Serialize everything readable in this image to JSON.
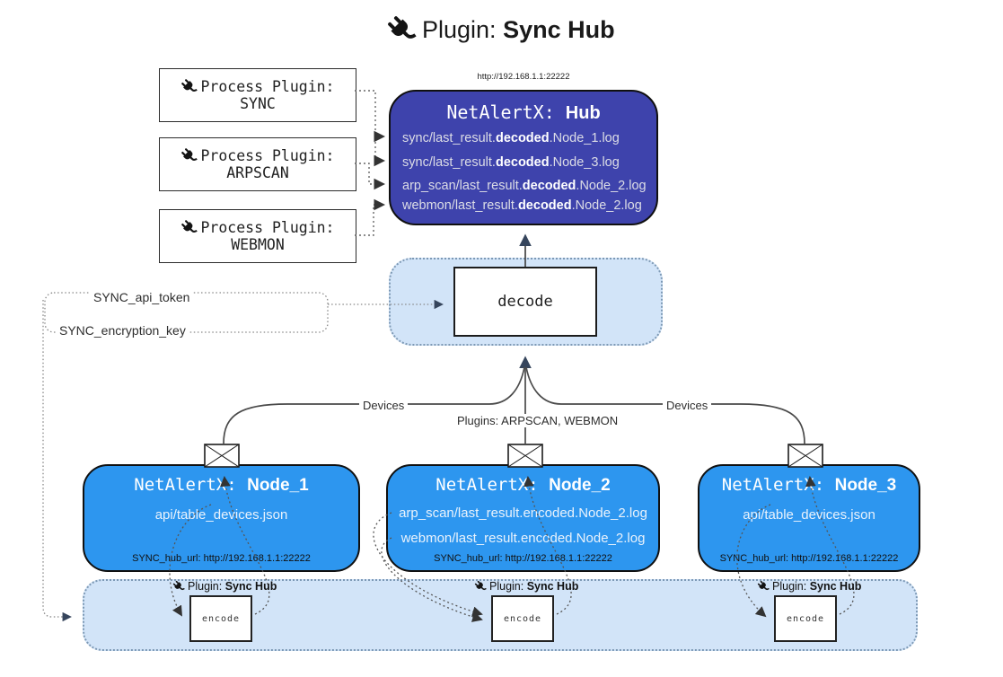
{
  "title": {
    "prefix": "Plugin: ",
    "bold": "Sync Hub"
  },
  "icons": {
    "plug": "plug-icon",
    "envelope": "envelope-icon"
  },
  "colors": {
    "hub_fill": "#3e43ac",
    "node_fill": "#2d96ef",
    "panel_fill": "#d2e4f8",
    "panel_border": "#7d99b5",
    "arrow_dark": "#333333",
    "arrow_navy": "#36455c"
  },
  "process_plugins": {
    "label": "Process Plugin:",
    "items": [
      "SYNC",
      "ARPSCAN",
      "WEBMON"
    ]
  },
  "hub": {
    "url": "http://192.168.1.1:22222",
    "title_mono": "NetAlertX: ",
    "title_bold": "Hub",
    "lines": [
      {
        "pre": "sync/last_result.",
        "bold": "decoded",
        "post": ".Node_1.log"
      },
      {
        "pre": "sync/last_result.",
        "bold": "decoded",
        "post": ".Node_3.log"
      },
      {
        "pre": "arp_scan/last_result.",
        "bold": "decoded",
        "post": ".Node_2.log"
      },
      {
        "pre": "webmon/last_result.",
        "bold": "decoded",
        "post": ".Node_2.log"
      }
    ]
  },
  "decode": {
    "label": "decode"
  },
  "config": {
    "api_token": "SYNC_api_token",
    "encryption_key": "SYNC_encryption_key"
  },
  "edges": {
    "devices_left": "Devices",
    "devices_right": "Devices",
    "plugins_mid": "Plugins: ARPSCAN, WEBMON"
  },
  "nodes": [
    {
      "title_mono": "NetAlertX: ",
      "title_bold": "Node_1",
      "body": [
        "api/table_devices.json"
      ],
      "hub_url": "SYNC_hub_url: http://192.168.1.1:22222"
    },
    {
      "title_mono": "NetAlertX: ",
      "title_bold": "Node_2",
      "body": [
        "arp_scan/last_result.encoded.Node_2.log",
        "webmon/last_result.encoded.Node_2.log"
      ],
      "hub_url": "SYNC_hub_url: http://192.168.1.1:22222"
    },
    {
      "title_mono": "NetAlertX: ",
      "title_bold": "Node_3",
      "body": [
        "api/table_devices.json"
      ],
      "hub_url": "SYNC_hub_url: http://192.168.1.1:22222"
    }
  ],
  "encode": {
    "label_prefix": "Plugin: ",
    "label_bold": "Sync Hub",
    "box_label": "encode"
  }
}
